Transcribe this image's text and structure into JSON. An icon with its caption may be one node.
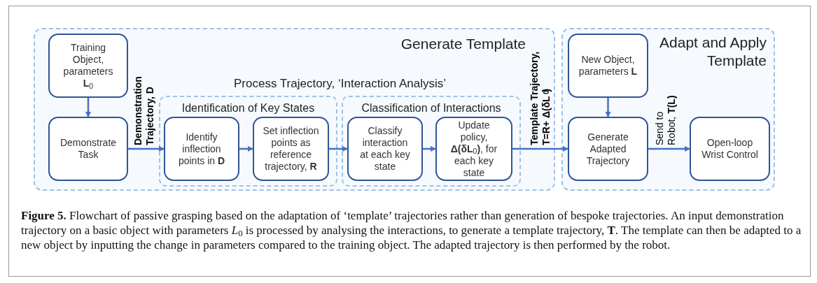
{
  "diagram": {
    "caption": "**Figure 5.** Flowchart of passive grasping based on the adaptation of ‘template’ trajectories rather than generation of bespoke trajectories. An input demonstration trajectory on a basic object with parameters *L*$_{0}$ is processed by analysing the interactions, to generate a template trajectory, **T**. The template can then be adapted to a new object by inputting the change in parameters compared to the training object. The adapted trajectory is then performed by the robot.",
    "nodes": [
      {
        "text": [
          "Generate Template"
        ]
      },
      {
        "text": [
          "Training Object, parameters **L**$_{0}$"
        ],
        "in": 0
      },
      {
        "text": [
          "Demonstrate Task"
        ],
        "in": 0
      },
      {
        "text": [
          "Identification of Key States"
        ],
        "in": 0
      },
      {
        "text": [
          "Identify inflection points in **D**"
        ],
        "in": 3
      },
      {
        "text": [
          "Set inflection points as reference trajectory, **R**"
        ],
        "in": 3
      },
      {
        "text": [
          "Classification of Interactions"
        ],
        "in": 0
      },
      {
        "text": [
          "Classify interaction at each key state"
        ],
        "in": 6
      },
      {
        "text": [
          "Update policy, **Δ(δL**$_{0}$**)**, for each key state"
        ],
        "in": 6
      },
      {
        "text": [
          "Adapt and Apply Template"
        ]
      },
      {
        "text": [
          "New Object, parameters **L**"
        ],
        "in": 9
      },
      {
        "text": [
          "Generate Adapted Trajectory"
        ],
        "in": 9
      },
      {
        "text": [
          "Open-loop Wrist Control"
        ],
        "in": 9
      }
    ],
    "edges": [
      {
        "from": 1,
        "to": 2,
        "arrow": "to"
      },
      {
        "from": 2,
        "to": 4,
        "arrow": "to",
        "label": "Demonstration Trajectory, D"
      },
      {
        "from": 4,
        "to": 5,
        "arrow": "to"
      },
      {
        "from": 5,
        "to": 7,
        "arrow": "to"
      },
      {
        "from": 7,
        "to": 8,
        "arrow": "to"
      },
      {
        "from": 8,
        "to": 11,
        "arrow": "to",
        "label": "Template Trajectory, T=R+ Δ(δL$_{0}$)"
      },
      {
        "from": 10,
        "to": 11,
        "arrow": "to"
      },
      {
        "from": 11,
        "to": 12,
        "arrow": "to",
        "label": "Send to Robot, **T(L)**"
      }
    ],
    "labels": [
      "Process Trajectory, ‘Interaction Analysis’"
    ]
  }
}
